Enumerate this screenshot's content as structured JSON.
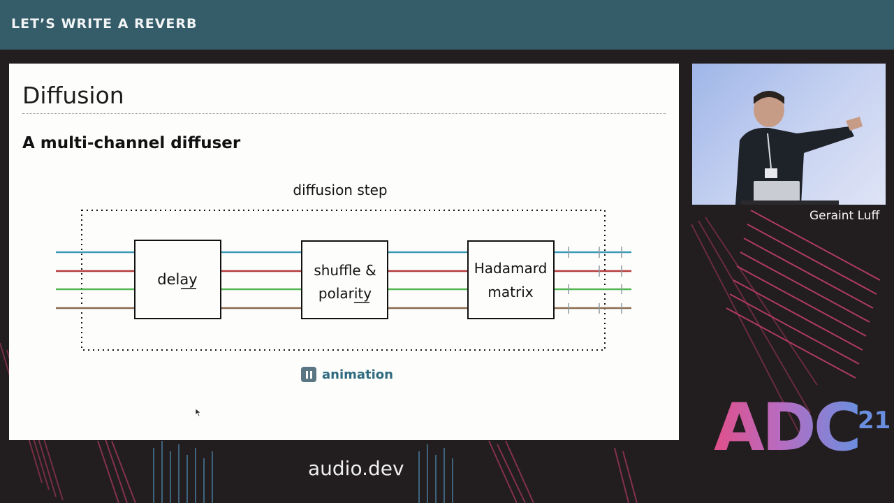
{
  "header": {
    "talk_title": "LET’S WRITE A REVERB"
  },
  "slide": {
    "title": "Diffusion",
    "subtitle": "A multi-channel diffuser",
    "diagram": {
      "group_label": "diffusion step",
      "blocks": [
        {
          "id": "delay",
          "lines": [
            "delay"
          ]
        },
        {
          "id": "shuffle",
          "lines": [
            "shuffle &",
            "polarity"
          ]
        },
        {
          "id": "hadamard",
          "lines": [
            "Hadamard",
            "matrix"
          ]
        }
      ],
      "channel_colors": [
        "#3a9ab4",
        "#b43a3a",
        "#52b552",
        "#8a6a4f"
      ]
    },
    "animation_control": {
      "label": "animation",
      "icon": "pause-icon"
    }
  },
  "speaker": {
    "name": "Geraint Luff"
  },
  "branding": {
    "logo_text": "ADC",
    "logo_year": "21",
    "url": "audio.dev"
  }
}
